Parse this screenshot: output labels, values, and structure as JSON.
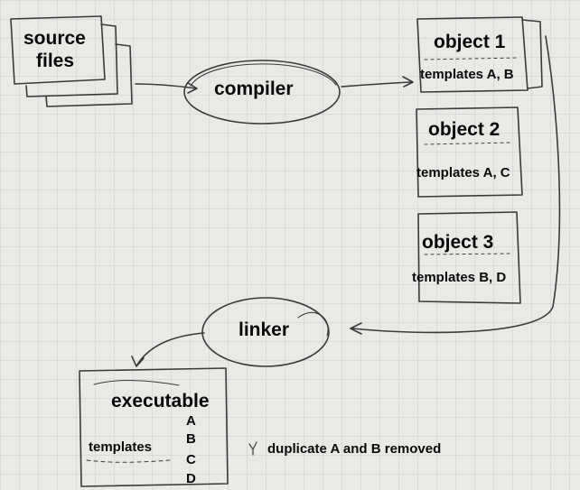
{
  "source": {
    "line1": "source",
    "line2": "files"
  },
  "compiler": {
    "label": "compiler"
  },
  "objects": [
    {
      "title": "object 1",
      "templates": "templates A, B"
    },
    {
      "title": "object 2",
      "templates": "templates A, C"
    },
    {
      "title": "object 3",
      "templates": "templates B, D"
    }
  ],
  "linker": {
    "label": "linker"
  },
  "executable": {
    "title": "executable",
    "templates_label": "templates",
    "template_list": [
      "A",
      "B",
      "C",
      "D"
    ]
  },
  "note": "duplicate A and B removed"
}
